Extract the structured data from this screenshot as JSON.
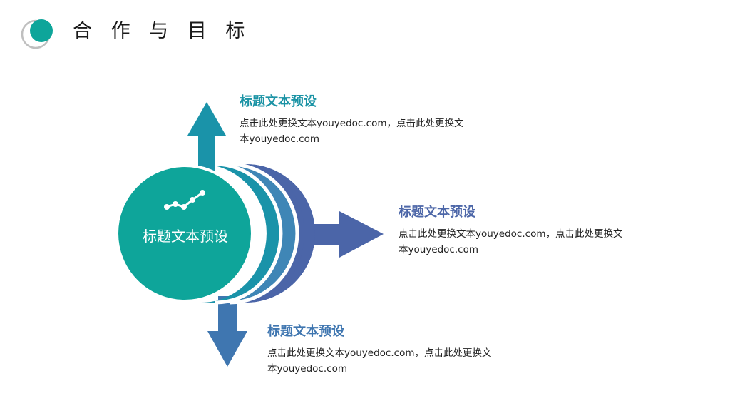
{
  "header": {
    "title": "合 作 与 目 标"
  },
  "diagram": {
    "center_label": "标题文本预设",
    "items": [
      {
        "title": "标题文本预设",
        "body": "点击此处更换文本youyedoc.com，点击此处更换文本youyedoc.com"
      },
      {
        "title": "标题文本预设",
        "body": "点击此处更换文本youyedoc.com，点击此处更换文本youyedoc.com"
      },
      {
        "title": "标题文本预设",
        "body": "点击此处更换文本youyedoc.com，点击此处更换文本youyedoc.com"
      }
    ]
  },
  "colors": {
    "teal": "#0ea59a",
    "teal_dark": "#1a93a9",
    "blue": "#3f86b6",
    "indigo": "#4b65a8",
    "title_top": "#1b93a5",
    "title_right": "#4d67a8",
    "title_bottom": "#3f76b0",
    "logo_ring": "#bfbfbf"
  }
}
